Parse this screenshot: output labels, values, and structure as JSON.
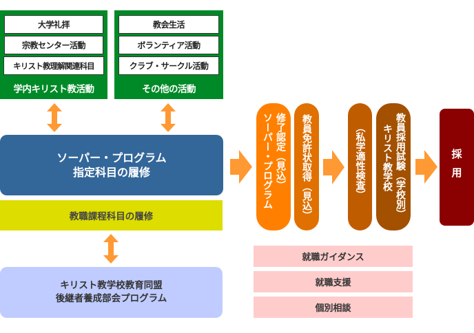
{
  "left_groups": [
    {
      "title": "学内キリスト教活動",
      "items": [
        "大学礼拝",
        "宗教センター活動",
        "キリスト教理解関連科目"
      ]
    },
    {
      "title": "その他の活動",
      "items": [
        "教会生活",
        "ボランティア活動",
        "クラブ・サークル活動"
      ]
    }
  ],
  "main_program": {
    "line1": "ソーパー・プログラム",
    "line2": "指定科目の履修"
  },
  "teacher_course": "教職課程科目の履修",
  "successor_program": {
    "line1": "キリスト教学校教育同盟",
    "line2": "後継者養成部会プログラム"
  },
  "steps": [
    {
      "col1": "ソーパー・プログラム",
      "col2": "修了認定（見込）"
    },
    {
      "col1": "教員免許状取得（見込）"
    },
    {
      "col1": "（私学適性検査）"
    },
    {
      "col1": "キリスト教学校",
      "col2": "教員採用試験（学校別）"
    }
  ],
  "final": "採用",
  "support": [
    "就職ガイダンス",
    "就職支援",
    "個別相談"
  ],
  "colors": {
    "green": "#008a27",
    "blue": "#336699",
    "yellow": "#dddd00",
    "light_blue": "#c0ccff",
    "orange": "#ff8000",
    "dark_orange": "#e07000",
    "brown_orange": "#c05c00",
    "brown": "#a35000",
    "maroon": "#8b0000",
    "arrow": "#ff9933",
    "pink": "#ffcccc"
  }
}
